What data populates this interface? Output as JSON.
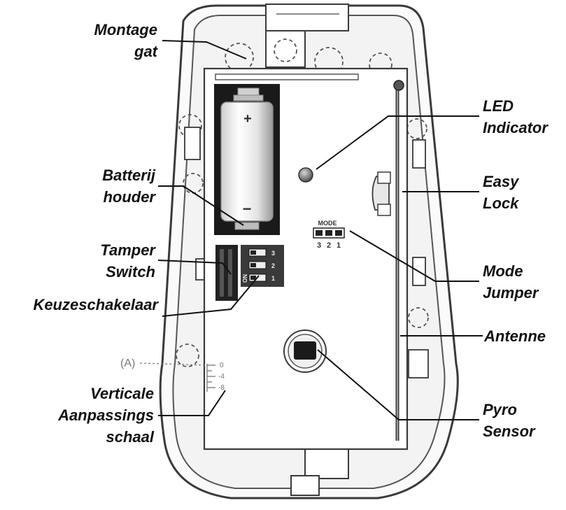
{
  "labels": {
    "montage_gat": [
      "Montage",
      "gat"
    ],
    "batterij_houder": [
      "Batterij",
      "houder"
    ],
    "tamper_switch": [
      "Tamper",
      "Switch"
    ],
    "keuzeschakelaar": [
      "Keuzeschakelaar"
    ],
    "verticale_aanpassings_schaal": [
      "Verticale",
      "Aanpassings",
      "schaal"
    ],
    "led_indicator": [
      "LED",
      "Indicator"
    ],
    "easy_lock": [
      "Easy",
      "Lock"
    ],
    "mode_jumper": [
      "Mode",
      "Jumper"
    ],
    "antenne": [
      "Antenne"
    ],
    "pyro_sensor": [
      "Pyro",
      "Sensor"
    ]
  },
  "pcb_markings": {
    "mode_text": "MODE",
    "mode_numbers": [
      "3",
      "2",
      "1"
    ],
    "battery_plus": "+",
    "battery_minus": "−",
    "dip_on": "ON",
    "dip_numbers": [
      "3",
      "2",
      "1"
    ],
    "scale_marker": "(A)",
    "scale_values": [
      "0",
      "-4",
      "-8"
    ]
  },
  "colors": {
    "label_text": "#111111",
    "outline": "#3a3a3a",
    "leader_line": "#111111",
    "battery_bg": "#1a1a1a"
  }
}
